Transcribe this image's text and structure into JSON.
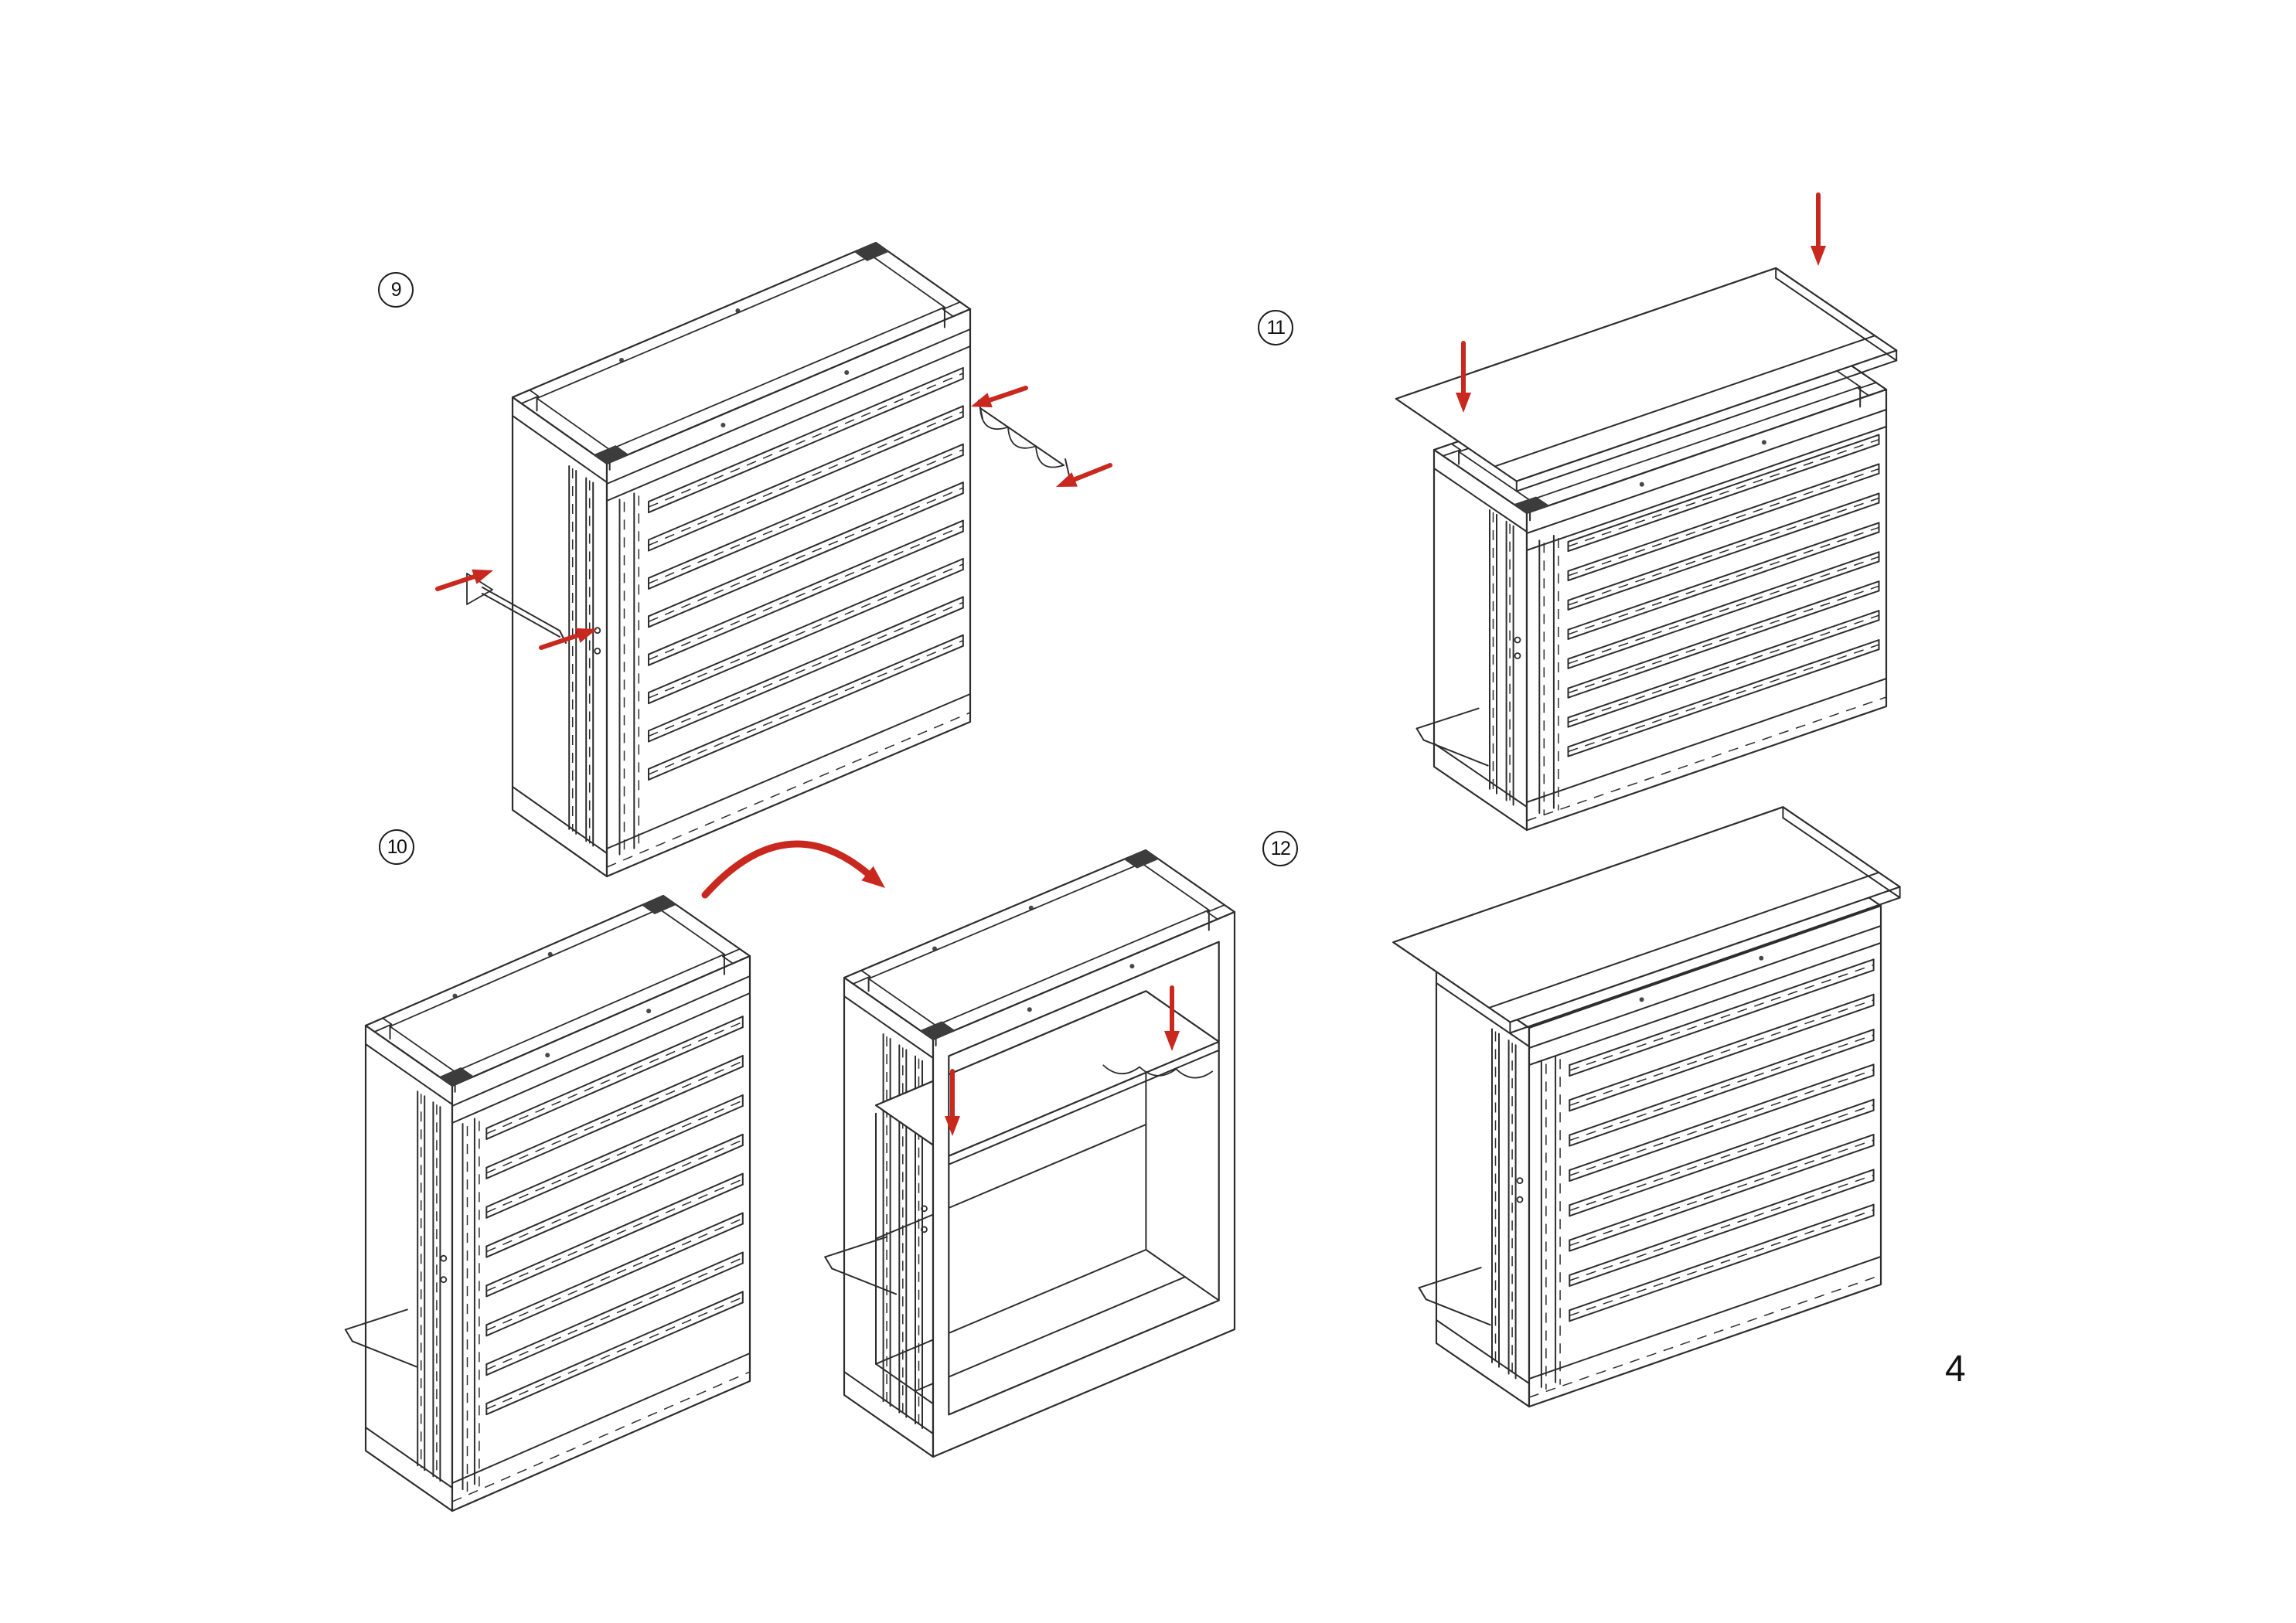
{
  "page": {
    "number": "4"
  },
  "colors": {
    "ink": "#2d2d2d",
    "accent_red": "#c9281f",
    "paper": "#ffffff"
  },
  "steps": [
    {
      "id": "step-9",
      "label": "9"
    },
    {
      "id": "step-10",
      "label": "10"
    },
    {
      "id": "step-11",
      "label": "11"
    },
    {
      "id": "step-12",
      "label": "12"
    }
  ],
  "icons": {
    "insert_arrow": "insert-direction-arrow-icon",
    "rotate_arrow": "rotate-direction-arrow-icon"
  }
}
